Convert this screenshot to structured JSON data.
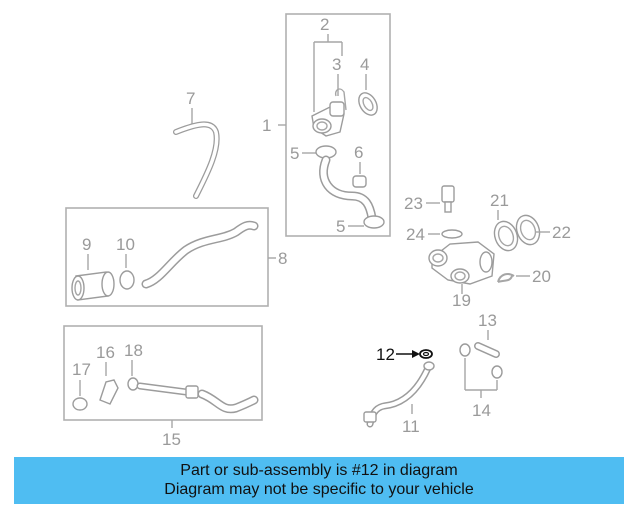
{
  "callouts": {
    "c1": "1",
    "c2": "2",
    "c3": "3",
    "c4": "4",
    "c5a": "5",
    "c5b": "5",
    "c6": "6",
    "c7": "7",
    "c8": "8",
    "c9": "9",
    "c10": "10",
    "c11": "11",
    "c12": "12",
    "c13": "13",
    "c14": "14",
    "c15": "15",
    "c16": "16",
    "c17": "17",
    "c18": "18",
    "c19": "19",
    "c20": "20",
    "c21": "21",
    "c22": "22",
    "c23": "23",
    "c24": "24"
  },
  "highlight_part": "12",
  "banner": {
    "line1": "Part or sub-assembly is #12 in diagram",
    "line2": "Diagram may not be specific to your vehicle",
    "color": "#4fbdf2"
  }
}
